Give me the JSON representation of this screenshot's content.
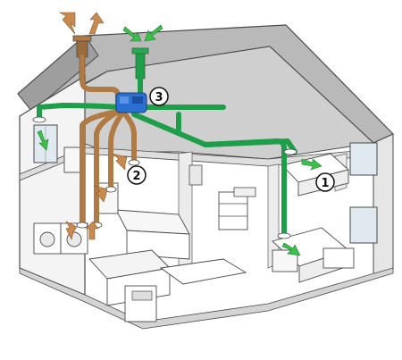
{
  "diagram": {
    "callouts": [
      {
        "id": "1",
        "label": "1"
      },
      {
        "id": "2",
        "label": "2"
      },
      {
        "id": "3",
        "label": "3"
      }
    ],
    "colors": {
      "fresh_air_duct": "#1f9e4a",
      "fresh_air_arrow": "#3cc04a",
      "exhaust_duct": "#b07a45",
      "exhaust_arrow": "#c98a4f",
      "unit": "#2b6fd0",
      "roof": "#b9b9b9",
      "wall": "#f4f4f4",
      "outline": "#4a4a4a"
    },
    "icons": [
      "fresh-air-arrow-icon",
      "exhaust-arrow-icon",
      "ventilation-unit-icon"
    ]
  }
}
